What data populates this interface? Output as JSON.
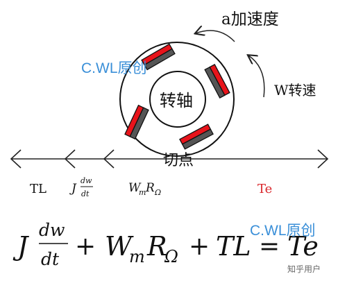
{
  "labels": {
    "acceleration": "a加速度",
    "rotation_speed": "W转速",
    "shaft": "转轴",
    "tangent_point": "切点",
    "tl": "TL",
    "te": "Te"
  },
  "terms": {
    "inertia": {
      "J": "J",
      "num": "dw",
      "den": "dt"
    },
    "damping": {
      "W": "W",
      "m": "m",
      "R": "R",
      "omega": "Ω"
    }
  },
  "equation": {
    "J": "J",
    "num": "dw",
    "den": "dt",
    "plus1": "+",
    "W": "W",
    "m": "m",
    "R": "R",
    "omega": "Ω",
    "plus2": "+",
    "TL": "TL",
    "eq": "=",
    "Te": "Te"
  },
  "watermarks": {
    "top": "C.WL原创",
    "bottom": "C.WL原创",
    "zhihu": "知乎用户"
  },
  "colors": {
    "magnet_red": "#e8141b",
    "magnet_dark": "#555555",
    "watermark_blue": "#3a8fd8",
    "te_red": "#d9262b"
  }
}
